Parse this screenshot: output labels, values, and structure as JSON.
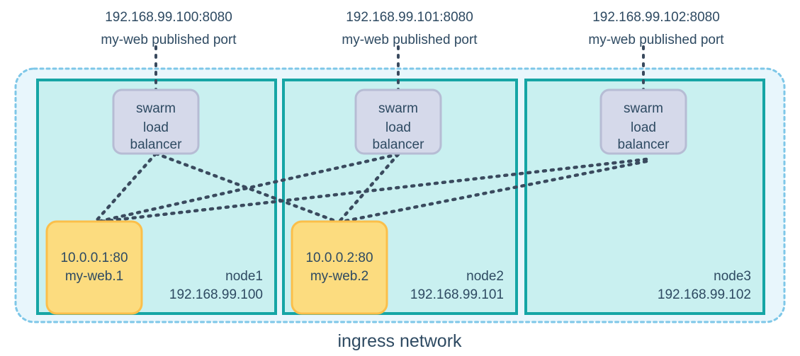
{
  "network": {
    "label": "ingress network",
    "border_color": "#7ec7e8",
    "fill_color": "#e8f6fc"
  },
  "colors": {
    "node_border": "#16a5a5",
    "node_fill": "#c9f0f0",
    "lb_fill": "#d5d9ea",
    "lb_border": "#b6bcd4",
    "task_fill": "#fcdc7f",
    "task_border": "#fbbf4a",
    "text": "#2e4a62",
    "line": "#3a4a5e"
  },
  "port_labels": [
    {
      "address": "192.168.99.100:8080",
      "caption": "my-web published port"
    },
    {
      "address": "192.168.99.101:8080",
      "caption": "my-web published port"
    },
    {
      "address": "192.168.99.102:8080",
      "caption": "my-web published port"
    }
  ],
  "load_balancers": [
    {
      "line1": "swarm",
      "line2": "load",
      "line3": "balancer"
    },
    {
      "line1": "swarm",
      "line2": "load",
      "line3": "balancer"
    },
    {
      "line1": "swarm",
      "line2": "load",
      "line3": "balancer"
    }
  ],
  "nodes": [
    {
      "name": "node1",
      "ip": "192.168.99.100"
    },
    {
      "name": "node2",
      "ip": "192.168.99.101"
    },
    {
      "name": "node3",
      "ip": "192.168.99.102"
    }
  ],
  "tasks": [
    {
      "address": "10.0.0.1:80",
      "name": "my-web.1"
    },
    {
      "address": "10.0.0.2:80",
      "name": "my-web.2"
    }
  ]
}
